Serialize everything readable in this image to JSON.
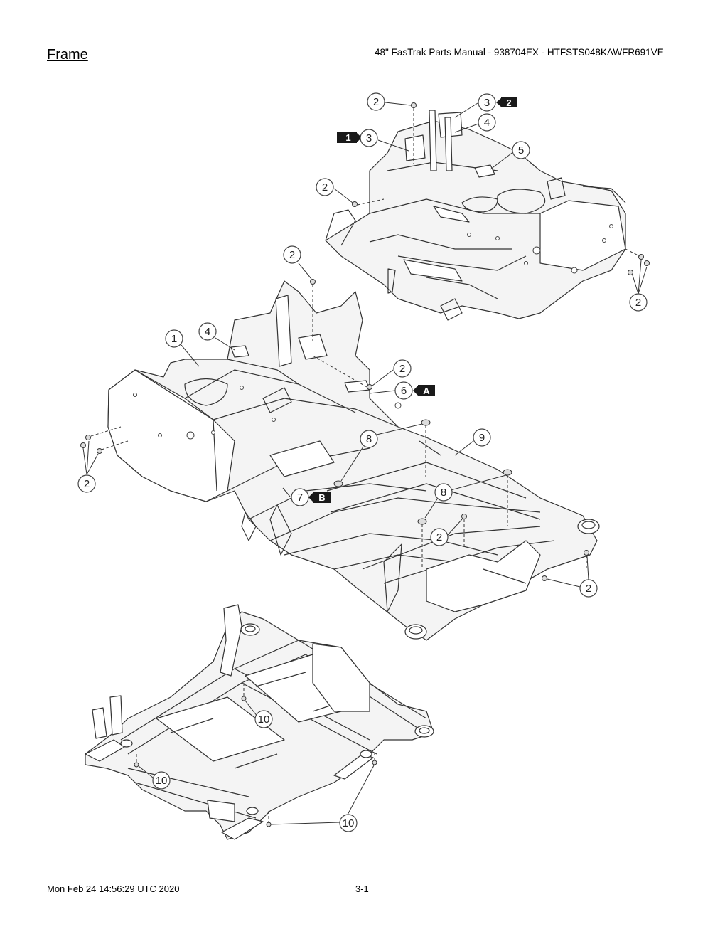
{
  "header": {
    "title": "Frame",
    "manual": "48\" FasTrak Parts Manual - 938704EX - HTFSTS048KAWFR691VE"
  },
  "footer": {
    "timestamp": "Mon Feb 24 14:56:29 UTC 2020",
    "page": "3-1"
  },
  "callouts": [
    "2",
    "3",
    "2",
    "1",
    "3",
    "4",
    "5",
    "2",
    "2",
    "2",
    "1",
    "4",
    "2",
    "6",
    "A",
    "8",
    "9",
    "2",
    "7",
    "B",
    "8",
    "2",
    "2",
    "10",
    "10",
    "10"
  ]
}
